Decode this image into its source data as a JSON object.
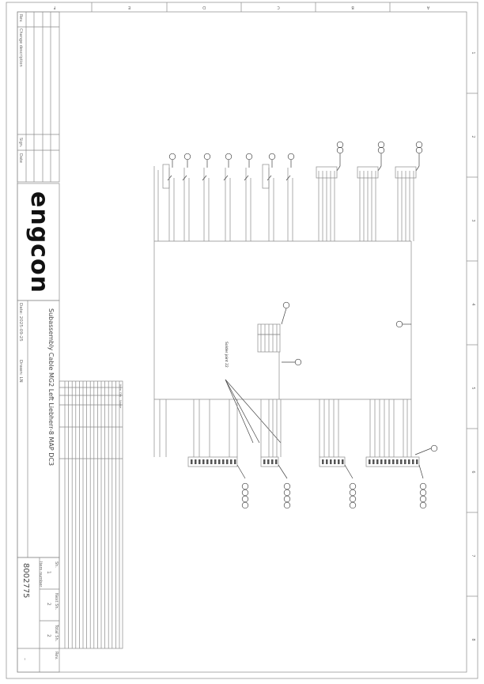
{
  "sheet": {
    "columns": [
      "F",
      "E",
      "D",
      "C",
      "B",
      "A"
    ],
    "rows": [
      "1",
      "2",
      "3",
      "4",
      "5",
      "6",
      "7",
      "8"
    ]
  },
  "revision_block": {
    "rev_label": "Rev.",
    "change_label": "Change description",
    "sign_label": "Sign.",
    "date_label": "Date"
  },
  "title_block": {
    "logo": "engcon",
    "date": "Date: 2025-09-25",
    "drawn": "Drawn: LN",
    "title": "Subassembly Cable MG2 Left Liebherr-8 MAP DC3",
    "item_number_label": "Item number",
    "item_number": "8002775",
    "sheet_label": "Sh.",
    "sheet": "1",
    "next_sheet_label": "Next Sh.",
    "next_sheet": "2",
    "total_sheet_label": "Total Sh.",
    "total_sheet": "2",
    "rev_label": "Rev.",
    "rev": "–"
  },
  "bom": {
    "headers": [
      "Item",
      "Qty",
      "Name"
    ]
  },
  "annotations": {
    "solder_joint": "Solder joint 22"
  }
}
